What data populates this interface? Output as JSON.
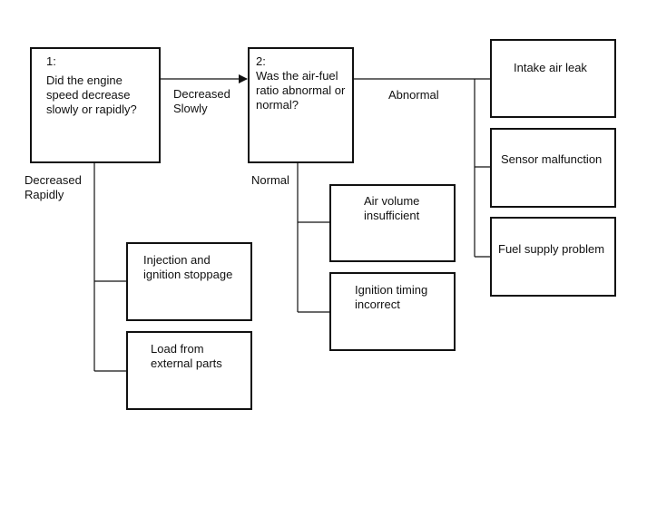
{
  "diagram": {
    "nodes": {
      "q1": {
        "number": "1:",
        "question": "Did the engine\nspeed decrease\nslowly or rapidly?"
      },
      "q2": {
        "number": "2:",
        "question": "Was the air-fuel\nratio abnormal or\nnormal?"
      },
      "injection": "Injection and\nignition stoppage",
      "load": "Load from\nexternal parts",
      "air_volume": "Air volume\ninsufficient",
      "ignition_timing": "Ignition timing\nincorrect",
      "intake_leak": "Intake air leak",
      "sensor": "Sensor malfunction",
      "fuel_supply": "Fuel supply problem"
    },
    "edges": {
      "decreased_slowly": "Decreased\nSlowly",
      "decreased_rapidly": "Decreased\nRapidly",
      "abnormal": "Abnormal",
      "normal": "Normal"
    },
    "colors": {
      "line": "#111111",
      "background": "#ffffff"
    }
  }
}
